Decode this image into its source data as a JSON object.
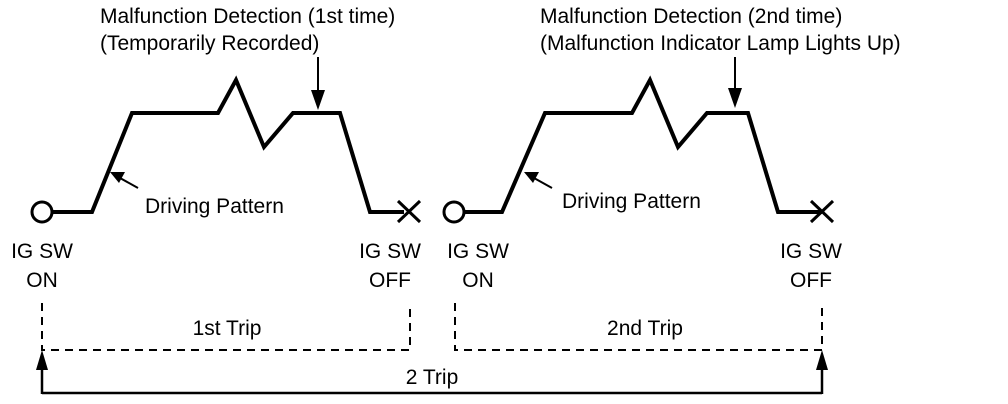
{
  "detection1": {
    "line1": "Malfunction Detection (1st time)",
    "line2": "(Temporarily Recorded)"
  },
  "detection2": {
    "line1": "Malfunction Detection (2nd time)",
    "line2": "(Malfunction Indicator Lamp Lights Up)"
  },
  "pattern_label": "Driving Pattern",
  "ig_on": {
    "line1": "IG SW",
    "line2": "ON"
  },
  "ig_off": {
    "line1": "IG SW",
    "line2": "OFF"
  },
  "trip1_label": "1st Trip",
  "trip2_label": "2nd Trip",
  "total_label": "2 Trip"
}
